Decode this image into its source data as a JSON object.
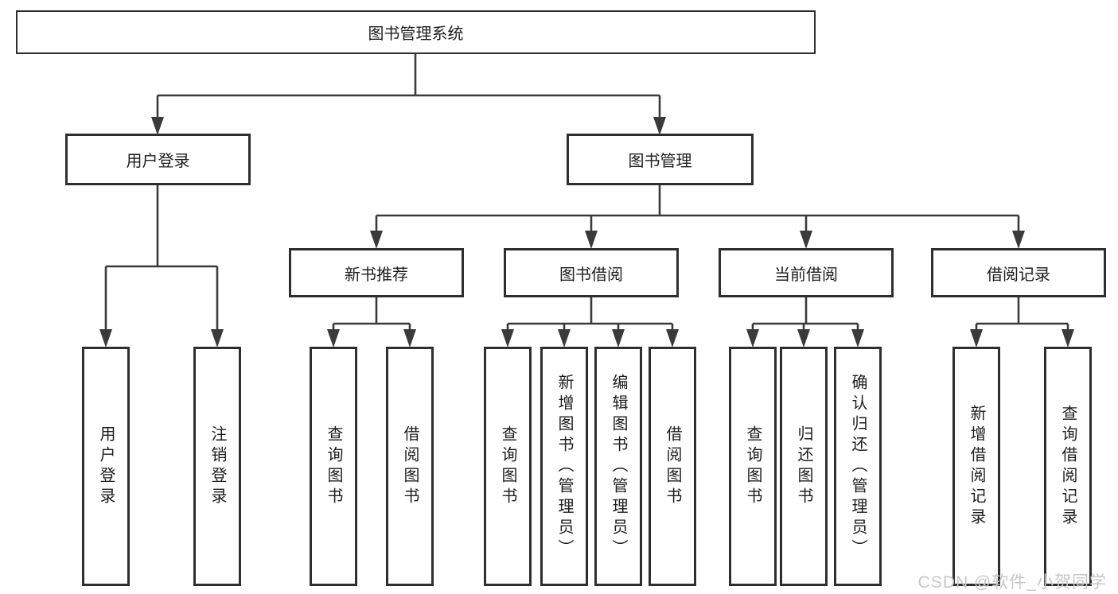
{
  "tree": {
    "root": {
      "label": "图书管理系统"
    },
    "branches": [
      {
        "label": "用户登录"
      },
      {
        "label": "图书管理"
      }
    ],
    "modules": [
      {
        "label": "新书推荐"
      },
      {
        "label": "图书借阅"
      },
      {
        "label": "当前借阅"
      },
      {
        "label": "借阅记录"
      }
    ],
    "leaves": [
      {
        "label": "用户登录"
      },
      {
        "label": "注销登录"
      },
      {
        "label": "查询图书"
      },
      {
        "label": "借阅图书"
      },
      {
        "label": "查询图书"
      },
      {
        "label": "新增图书（管理员）"
      },
      {
        "label": "编辑图书（管理员）"
      },
      {
        "label": "借阅图书"
      },
      {
        "label": "查询图书"
      },
      {
        "label": "归还图书"
      },
      {
        "label": "确认归还（管理员）"
      },
      {
        "label": "新增借阅记录"
      },
      {
        "label": "查询借阅记录"
      }
    ]
  },
  "watermark": "CSDN @软件_小贺同学",
  "colors": {
    "line": "#3a3a3a",
    "box_border": "#2e2e2e",
    "box_fill": "#ffffff",
    "text": "#1d1d1d",
    "watermark": "#c7c7c7"
  }
}
